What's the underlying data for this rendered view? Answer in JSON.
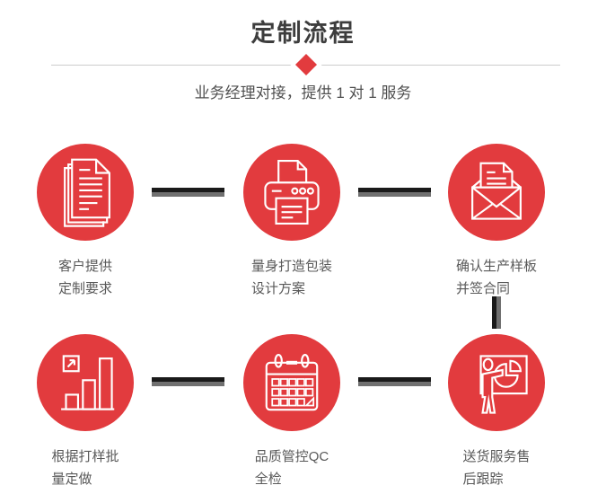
{
  "page": {
    "title": "定制流程",
    "subtitle": "业务经理对接，提供 1 对 1 服务"
  },
  "colors": {
    "accent": "#e23b3e",
    "connector_dark": "#1a1a1a",
    "connector_gray": "#707070",
    "divider_line": "#cccccc",
    "title_text": "#3d3d3d",
    "label_text": "#595959",
    "subtitle_text": "#4f4f4f",
    "icon_stroke": "#ffffff"
  },
  "steps": [
    {
      "icon": "documents-icon",
      "line1": "客户提供",
      "line2": "定制要求"
    },
    {
      "icon": "printer-icon",
      "line1": "量身打造包装",
      "line2": "设计方案"
    },
    {
      "icon": "envelope-icon",
      "line1": "确认生产样板",
      "line2": "并签合同"
    },
    {
      "icon": "bar-chart-icon",
      "line1": "根据打样批",
      "line2": "量定做"
    },
    {
      "icon": "calendar-icon",
      "line1": "品质管控QC",
      "line2": "全检"
    },
    {
      "icon": "presentation-icon",
      "line1": "送货服务售",
      "line2": "后跟踪"
    }
  ]
}
